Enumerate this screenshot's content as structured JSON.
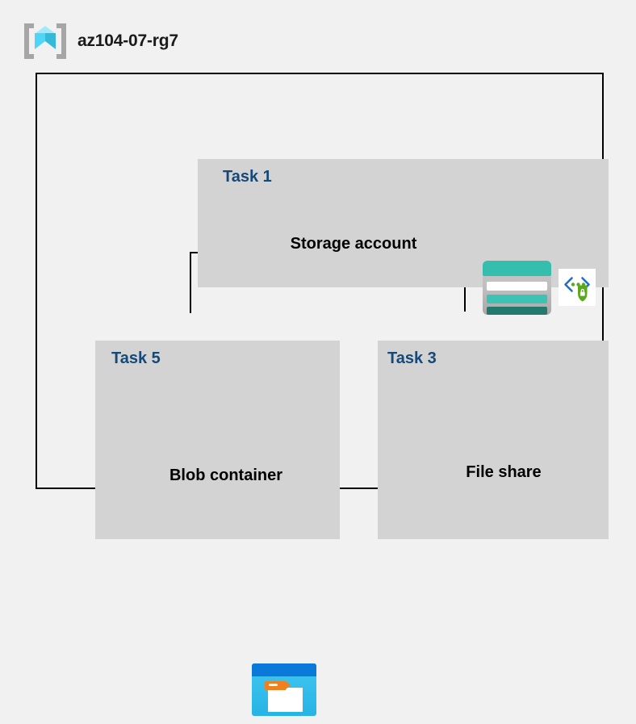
{
  "header": {
    "title": "az104-07-rg7",
    "icon": "resource-group-cube-icon"
  },
  "diagram": {
    "type": "azure-resource-hierarchy",
    "panels": [
      {
        "id": "task1",
        "label": "Task 1",
        "node_caption": "Storage account",
        "icons": [
          "storage-account-icon",
          "secure-code-shield-icon"
        ]
      },
      {
        "id": "task5",
        "label": "Task 5",
        "node_caption": "Blob container",
        "icons": [
          "blob-container-icon"
        ]
      },
      {
        "id": "task3",
        "label": "Task 3",
        "node_caption": "File share",
        "icons": [
          "file-share-icon"
        ]
      }
    ],
    "connections": [
      {
        "from": "Storage account",
        "to": "Blob container"
      },
      {
        "from": "Storage account",
        "to": "File share"
      }
    ]
  },
  "colors": {
    "page_background": "#f1f1f1",
    "panel_background": "#d3d3d3",
    "task_label": "#15497a",
    "caption": "#000000",
    "border": "#000000",
    "storage_teal": "#35bdad",
    "blob_blue": "#0a79d8",
    "blob_cyan": "#27b3e6",
    "file_share_blue": "#2aa6dd",
    "shield_green": "#5aa81c",
    "cube_cyan": "#4fd5f5"
  }
}
